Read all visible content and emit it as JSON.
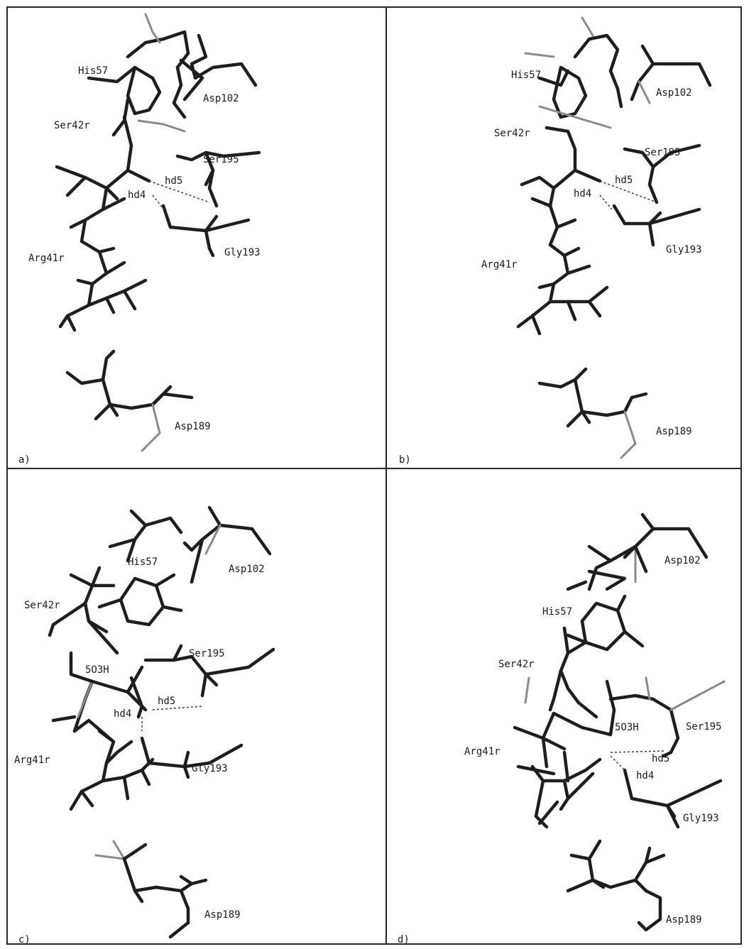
{
  "panels": [
    {
      "id": "a",
      "panel_label": "a)",
      "residues": {
        "his57": "His57",
        "asp102": "Asp102",
        "ser42r": "Ser42r",
        "ser195": "Ser195",
        "hd5": "hd5",
        "hd4": "hd4",
        "gly193": "Gly193",
        "arg41r": "Arg41r",
        "asp189": "Asp189"
      }
    },
    {
      "id": "b",
      "panel_label": "b)",
      "residues": {
        "his57": "His57",
        "asp102": "Asp102",
        "ser42r": "Ser42r",
        "ser195": "Ser195",
        "hd5": "hd5",
        "hd4": "hd4",
        "gly193": "Gly193",
        "arg41r": "Arg41r",
        "asp189": "Asp189"
      }
    },
    {
      "id": "c",
      "panel_label": "c)",
      "residues": {
        "his57": "His57",
        "asp102": "Asp102",
        "ser42r": "Ser42r",
        "ser195": "Ser195",
        "o3h": "5O3H",
        "hd5": "hd5",
        "hd4": "hd4",
        "gly193": "Gly193",
        "arg41r": "Arg41r",
        "asp189": "Asp189"
      }
    },
    {
      "id": "d",
      "panel_label": "d)",
      "residues": {
        "asp102": "Asp102",
        "his57": "His57",
        "ser42r": "Ser42r",
        "o3h": "5O3H",
        "ser195": "Ser195",
        "hd5": "hd5",
        "hd4": "hd4",
        "arg41r": "Arg41r",
        "gly193": "Gly193",
        "asp189": "Asp189"
      }
    }
  ]
}
